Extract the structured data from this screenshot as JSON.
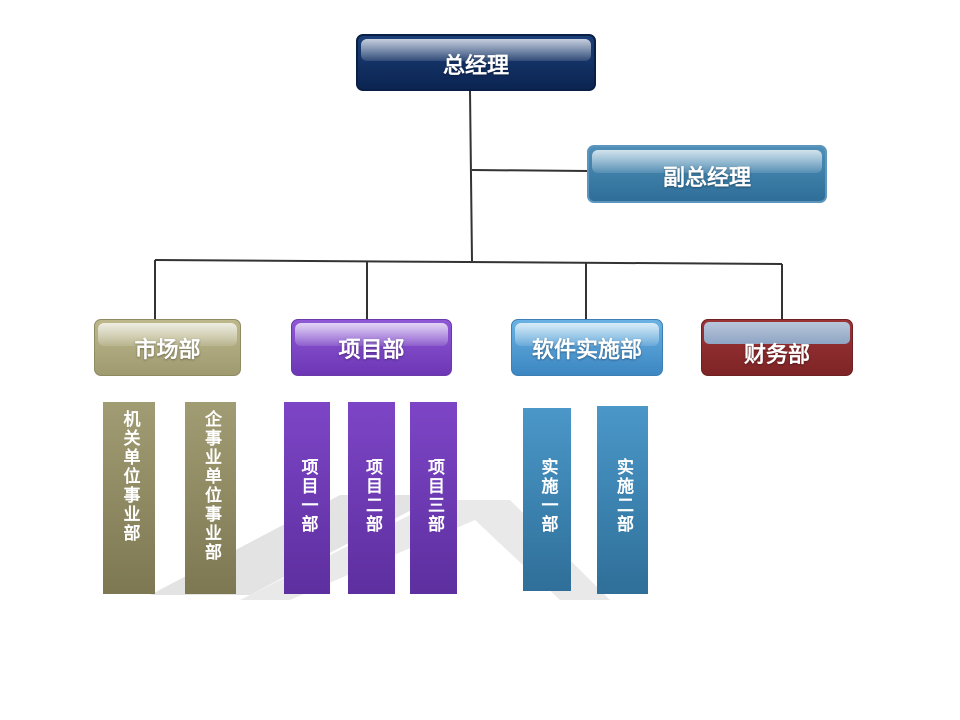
{
  "org_chart": {
    "ceo": "总经理",
    "vice_ceo": "副总经理",
    "departments": {
      "market": {
        "label": "市场部",
        "subs": [
          "机关单位事业部",
          "企事业单位事业部"
        ]
      },
      "project": {
        "label": "项目部",
        "subs": [
          "项目一部",
          "项目二部",
          "项目三部"
        ]
      },
      "software": {
        "label": "软件实施部",
        "subs": [
          "实施一部",
          "实施二部"
        ]
      },
      "finance": {
        "label": "财务部"
      }
    }
  },
  "colors": {
    "ceo": "#0b2451",
    "vice_ceo": "#2e6e98",
    "market": "#a19c73",
    "project": "#6c36b5",
    "software": "#3c86c2",
    "finance": "#7e2426",
    "connector": "#333333"
  }
}
